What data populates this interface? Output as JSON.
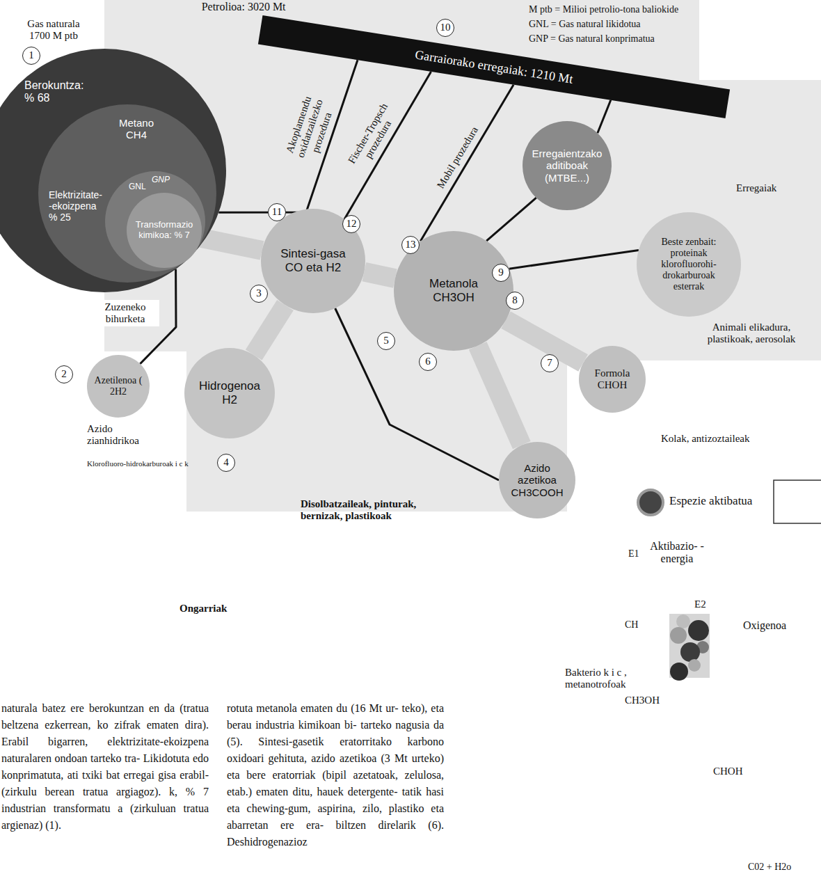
{
  "diagram": {
    "nodes": [
      {
        "text": [
          "Gas naturala 1700 M ptb",
          "Berokuntza: % 68"
        ]
      },
      {
        "text": [
          "Metano CH4",
          "Elektrizitate- -ekoizpena % 25"
        ],
        "in": 0
      },
      {
        "text": [
          "GNL",
          "GNP"
        ],
        "in": 1
      },
      {
        "text": [
          "Transformazio kimikoa: % 7"
        ],
        "in": 2
      },
      {
        "text": [
          "Petrolioa: 3020 Mt",
          "Garraiorako erregaiak: 1210 Mt"
        ]
      },
      {
        "text": [
          "Erregaientzako aditiboak (MTBE...)"
        ]
      },
      {
        "text": [
          "Sintesi-gasa CO eta H2"
        ]
      },
      {
        "text": [
          "Metanola CH3OH"
        ]
      },
      {
        "text": [
          "Beste zenbait: proteinak klorofluorohi- drokarburoak esterrak"
        ]
      },
      {
        "text": [
          "Azetilenoa ( 2H2"
        ]
      },
      {
        "text": [
          "Hidrogenoa H2"
        ]
      },
      {
        "text": [
          "Formola CHOH"
        ]
      },
      {
        "text": [
          "Azido azetikoa CH3COOH"
        ]
      }
    ],
    "edges": [
      {
        "from": 3,
        "to": 6,
        "arrow": "none"
      },
      {
        "from": 0,
        "to": 4,
        "label": "Akoplamendu oxidatzailezko prozedura",
        "arrow": "none"
      },
      {
        "from": 6,
        "to": 4,
        "label": "Fischer-Tropsch prozedura",
        "arrow": "none"
      },
      {
        "from": 7,
        "to": 4,
        "label": "Mobil prozedura",
        "arrow": "none"
      },
      {
        "from": 7,
        "to": 5,
        "arrow": "none"
      },
      {
        "from": 5,
        "to": 4,
        "arrow": "none"
      },
      {
        "from": 7,
        "to": 8,
        "arrow": "none"
      },
      {
        "from": 6,
        "to": 7,
        "arrow": "none"
      },
      {
        "from": 6,
        "to": 10,
        "arrow": "none"
      },
      {
        "from": 7,
        "to": 12,
        "arrow": "none"
      },
      {
        "from": 7,
        "to": 11,
        "arrow": "none"
      },
      {
        "from": 6,
        "to": 12,
        "arrow": "none"
      },
      {
        "from": 0,
        "to": 9,
        "label": "Zuzeneko bihurketa",
        "arrow": "none"
      }
    ],
    "labels": [
      "M ptb = Milioi petrolio-tona baliokide",
      "GNL = Gas natural likidotua",
      "GNP = Gas natural konprimatua",
      "1",
      "2",
      "3",
      "4",
      "5",
      "6",
      "7",
      "8",
      "9",
      "10",
      "11",
      "12",
      "13",
      "Erregaiak",
      "Animali elikadura, plastikoak, aerosolak",
      "Kolak, antizoztaileak",
      "Azido zianhidrikoa",
      "Klorofluoro-hidrokarburoak i c k",
      "Disolbatzaileak, pinturak, bernizak, plastikoak",
      "Ongarriak",
      "Espezie aktibatua",
      "E1",
      "Aktibazio- -energia",
      "CH",
      "E2",
      "Oxigenoa",
      "Bakterio k i c , metanotrofoak",
      "CH3OH",
      "CHOH",
      "C02 + H2o",
      "naturala batez ere berokuntzan en da (tratua beltzena ezkerrean, ko zifrak ematen dira). Erabil bigarren, elektrizitate-ekoizpena naturalaren ondoan tarteko tra- Likidotuta edo konprimatuta, ati txiki bat erregai gisa erabil- (zirkulu berean tratua argiagoz). k, % 7 industrian transformatu a (zirkuluan tratua argienaz) (1).",
      "rotuta metanola ematen du (16 Mt ur- teko), eta berau industria kimikoan bi- tarteko nagusia da (5). Sintesi-gasetik eratorritako karbono oxidoari gehituta, azido azetikoa (3 Mt urteko) eta bere eratorriak (bipil azetatoak, zelulosa, etab.) ematen ditu, hauek detergente- tatik hasi eta chewing-gum, aspirina, zilo, plastiko eta abarretan ere era- biltzen direlarik (6). Deshidrogenazioz"
    ]
  }
}
